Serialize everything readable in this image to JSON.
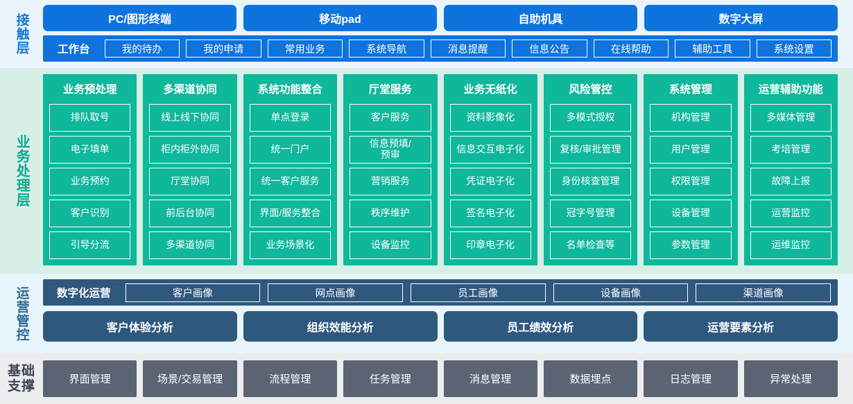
{
  "colors": {
    "contact_bg": "#eaf4fd",
    "contact_accent": "#0f73dd",
    "business_bg": "#d8efe8",
    "business_accent": "#0fb79b",
    "ops_bg": "#e8f5fb",
    "ops_accent": "#2f587f",
    "base_bg": "#ededf0",
    "base_accent": "#5a6472"
  },
  "contact_layer": {
    "label": "接触层",
    "channels": [
      {
        "label": "PC/图形终端"
      },
      {
        "label": "移动pad"
      },
      {
        "label": "自助机具"
      },
      {
        "label": "数字大屏"
      }
    ],
    "workbench_title": "工作台",
    "workbench_items": [
      {
        "label": "我的待办"
      },
      {
        "label": "我的申请"
      },
      {
        "label": "常用业务"
      },
      {
        "label": "系统导航"
      },
      {
        "label": "消息提醒"
      },
      {
        "label": "信息公告"
      },
      {
        "label": "在线帮助"
      },
      {
        "label": "辅助工具"
      },
      {
        "label": "系统设置"
      }
    ]
  },
  "business_layer": {
    "label": "业务处理层",
    "columns": [
      {
        "title": "业务预处理",
        "items": [
          {
            "label": "排队取号"
          },
          {
            "label": "电子填单"
          },
          {
            "label": "业务预约"
          },
          {
            "label": "客户识别"
          },
          {
            "label": "引导分流"
          }
        ]
      },
      {
        "title": "多渠道协同",
        "items": [
          {
            "label": "线上线下协同"
          },
          {
            "label": "柜内柜外协同"
          },
          {
            "label": "厅堂协同"
          },
          {
            "label": "前后台协同"
          },
          {
            "label": "多渠道协同"
          }
        ]
      },
      {
        "title": "系统功能整合",
        "items": [
          {
            "label": "单点登录"
          },
          {
            "label": "统一门户"
          },
          {
            "label": "统一客户服务"
          },
          {
            "label": "界面/服务整合"
          },
          {
            "label": "业务场景化"
          }
        ]
      },
      {
        "title": "厅堂服务",
        "items": [
          {
            "label": "客户服务"
          },
          {
            "label": "信息预填/\n预审"
          },
          {
            "label": "营销服务"
          },
          {
            "label": "秩序维护"
          },
          {
            "label": "设备监控"
          }
        ]
      },
      {
        "title": "业务无纸化",
        "items": [
          {
            "label": "资料影像化"
          },
          {
            "label": "信息交互电子化"
          },
          {
            "label": "凭证电子化"
          },
          {
            "label": "签名电子化"
          },
          {
            "label": "印章电子化"
          }
        ]
      },
      {
        "title": "风险管控",
        "items": [
          {
            "label": "多模式授权"
          },
          {
            "label": "复核/审批管理"
          },
          {
            "label": "身份核查管理"
          },
          {
            "label": "冠字号管理"
          },
          {
            "label": "名单检查等"
          }
        ]
      },
      {
        "title": "系统管理",
        "items": [
          {
            "label": "机构管理"
          },
          {
            "label": "用户管理"
          },
          {
            "label": "权限管理"
          },
          {
            "label": "设备管理"
          },
          {
            "label": "参数管理"
          }
        ]
      },
      {
        "title": "运营辅助功能",
        "items": [
          {
            "label": "多媒体管理"
          },
          {
            "label": "考培管理"
          },
          {
            "label": "故障上报"
          },
          {
            "label": "运营监控"
          },
          {
            "label": "运维监控"
          }
        ]
      }
    ]
  },
  "ops_layer": {
    "label": "运营管控",
    "portrait_title": "数字化运营",
    "portrait_items": [
      {
        "label": "客户画像"
      },
      {
        "label": "网点画像"
      },
      {
        "label": "员工画像"
      },
      {
        "label": "设备画像"
      },
      {
        "label": "渠道画像"
      }
    ],
    "analysis_items": [
      {
        "label": "客户体验分析"
      },
      {
        "label": "组织效能分析"
      },
      {
        "label": "员工绩效分析"
      },
      {
        "label": "运营要素分析"
      }
    ]
  },
  "base_layer": {
    "label": "基础\n支撑",
    "items": [
      {
        "label": "界面管理"
      },
      {
        "label": "场景/交易管理"
      },
      {
        "label": "流程管理"
      },
      {
        "label": "任务管理"
      },
      {
        "label": "消息管理"
      },
      {
        "label": "数据埋点"
      },
      {
        "label": "日志管理"
      },
      {
        "label": "异常处理"
      }
    ]
  }
}
